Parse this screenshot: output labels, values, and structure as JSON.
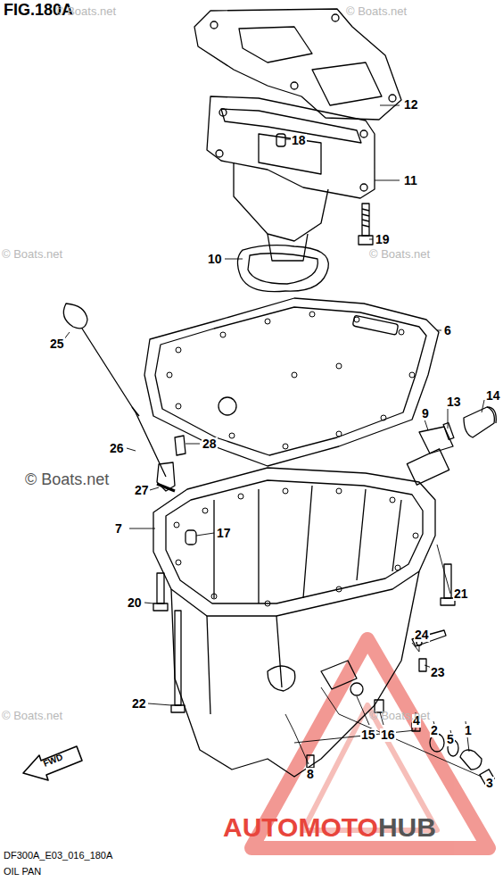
{
  "diagram": {
    "title": "FIG.180A",
    "labels": [
      "© Boats.net",
      "© Boats.net",
      "12",
      "18",
      "11",
      "19",
      "© Boats.net",
      "10",
      "© Boats.net",
      "6",
      "25",
      "13",
      "14",
      "9",
      "28",
      "26",
      "© Boats.net",
      "27",
      "7",
      "17",
      "20",
      "21",
      "24",
      "23",
      "22",
      "15",
      "16",
      "4",
      "2",
      "5",
      "1",
      "© Boats.net",
      "© Boats.net",
      "8",
      "3",
      "FWD",
      "AUTOMOTO",
      "HUB",
      "DF300A_E03_016_180A",
      "OIL PAN"
    ]
  }
}
